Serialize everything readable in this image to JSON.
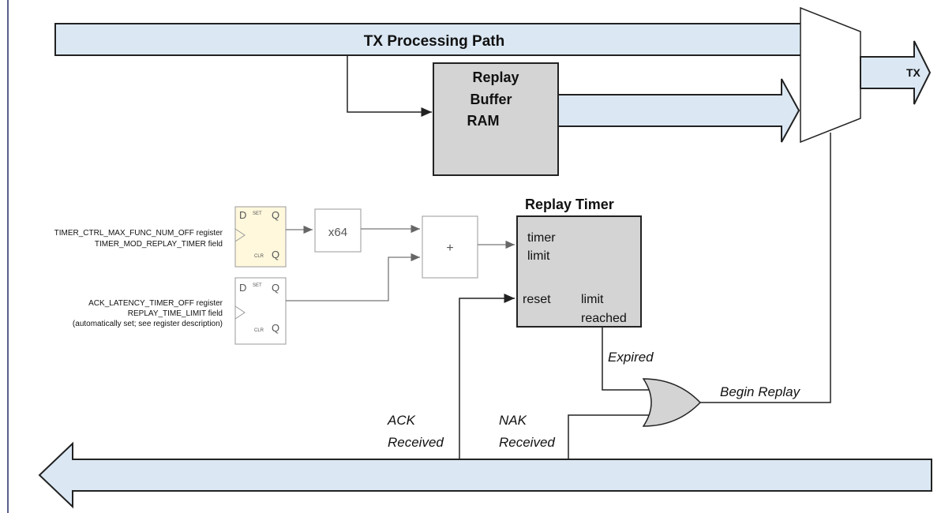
{
  "diagram": {
    "tx_path_label": "TX Processing Path",
    "tx_label": "TX",
    "replay_buffer": [
      "Replay",
      "Buffer",
      "RAM"
    ],
    "replay_timer": {
      "title": "Replay Timer",
      "port_timer_limit": [
        "timer",
        "limit"
      ],
      "port_reset": "reset",
      "port_limit_reached": [
        "limit",
        "reached"
      ]
    },
    "x64_label": "x64",
    "adder_label": "+",
    "expired_label": "Expired",
    "begin_replay_label": "Begin Replay",
    "ack_received": [
      "ACK",
      "Received"
    ],
    "nak_received": [
      "NAK",
      "Received"
    ],
    "register_top": {
      "line1": "TIMER_CTRL_MAX_FUNC_NUM_OFF   register",
      "line2": "TIMER_MOD_REPLAY_TIMER   field"
    },
    "register_bottom": {
      "line1": "ACK_LATENCY_TIMER_OFF   register",
      "line2": "REPLAY_TIME_LIMIT   field",
      "line3": "(automatically  set;  see  register  description)"
    },
    "flipflop": {
      "d": "D",
      "q": "Q",
      "set": "SET",
      "clr": "CLR"
    },
    "colors": {
      "bus_fill": "#dbe8f4",
      "block_fill": "#d4d4d4",
      "flipflop_fill": "#fff8dc",
      "gate_fill": "#d4d4d4"
    }
  }
}
